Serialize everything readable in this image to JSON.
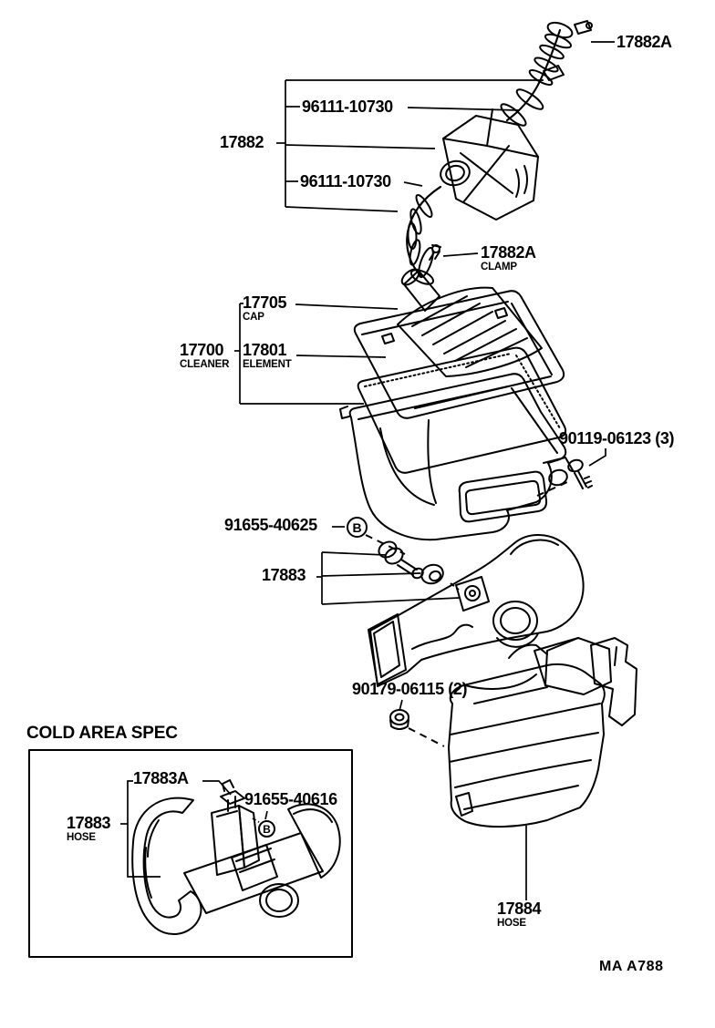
{
  "page": {
    "background": "#ffffff",
    "ink": "#000000"
  },
  "title_block": {
    "cold_area_title": "COLD AREA SPEC",
    "doc_code": "MA A788"
  },
  "markers": {
    "grommet_symbol": "B"
  },
  "labels": {
    "clamp_top": {
      "part": "17882A"
    },
    "hose_clamp_upper": {
      "part": "96111-10730"
    },
    "air_hose_assy": {
      "part": "17882"
    },
    "hose_clamp_lower": {
      "part": "96111-10730"
    },
    "clamp_mid": {
      "part": "17882A",
      "sub": "CLAMP"
    },
    "cap": {
      "part": "17705",
      "sub": "CAP"
    },
    "cleaner": {
      "part": "17700",
      "sub": "CLEANER"
    },
    "element": {
      "part": "17801",
      "sub": "ELEMENT"
    },
    "bolt": {
      "part": "90119-06123 (3)"
    },
    "grommet_upper": {
      "part": "91655-40625"
    },
    "air_duct": {
      "part": "17883"
    },
    "nut": {
      "part": "90179-06115 (2)"
    },
    "cold_bracket": {
      "part": "17883A"
    },
    "grommet_cold": {
      "part": "91655-40616"
    },
    "cold_hose": {
      "part": "17883",
      "sub": "HOSE"
    },
    "resonator_hose": {
      "part": "17884",
      "sub": "HOSE"
    }
  }
}
